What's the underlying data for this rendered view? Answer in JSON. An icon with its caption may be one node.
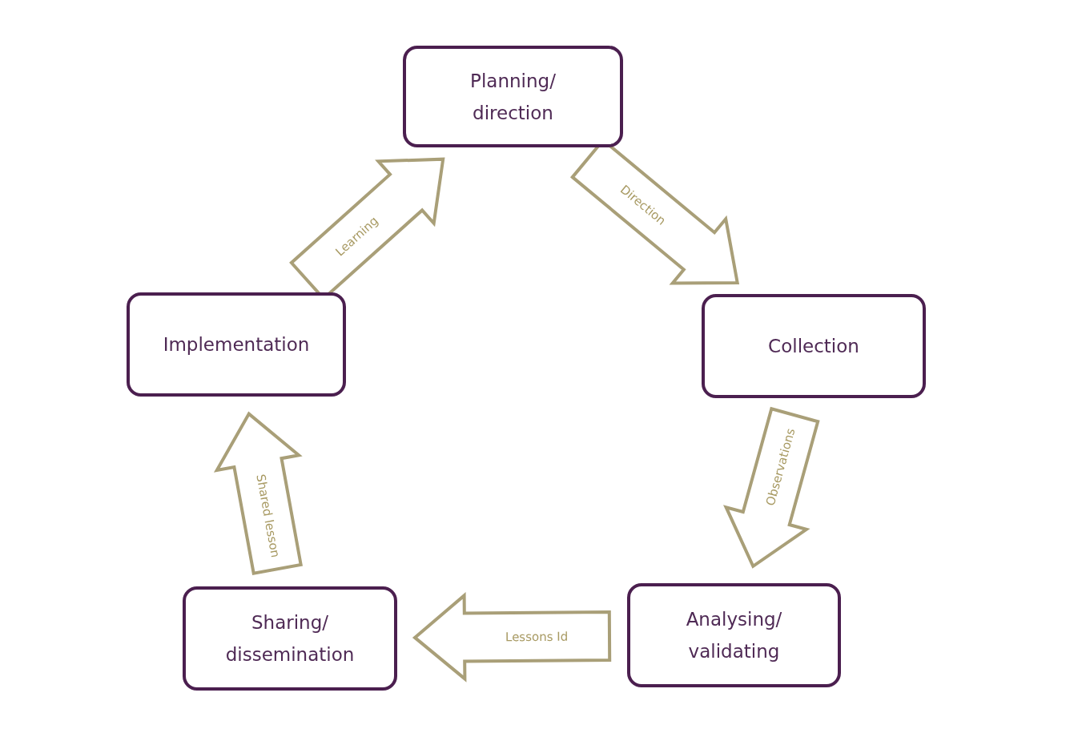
{
  "diagram": {
    "nodes": [
      {
        "text": [
          "Planning/ direction"
        ]
      },
      {
        "text": [
          "Collection"
        ]
      },
      {
        "text": [
          "Analysing/ validating"
        ]
      },
      {
        "text": [
          "Sharing/ dissemination"
        ]
      },
      {
        "text": [
          "Implementation"
        ]
      }
    ],
    "edges": [
      {
        "from": 0,
        "to": 1,
        "arrow": "to",
        "label": "Direction"
      },
      {
        "from": 1,
        "to": 2,
        "arrow": "to",
        "label": "Observations"
      },
      {
        "from": 2,
        "to": 3,
        "arrow": "to",
        "label": "Lessons Id"
      },
      {
        "from": 3,
        "to": 4,
        "arrow": "to",
        "label": "Shared lesson"
      },
      {
        "from": 4,
        "to": 0,
        "arrow": "to",
        "label": "Learning"
      }
    ]
  }
}
